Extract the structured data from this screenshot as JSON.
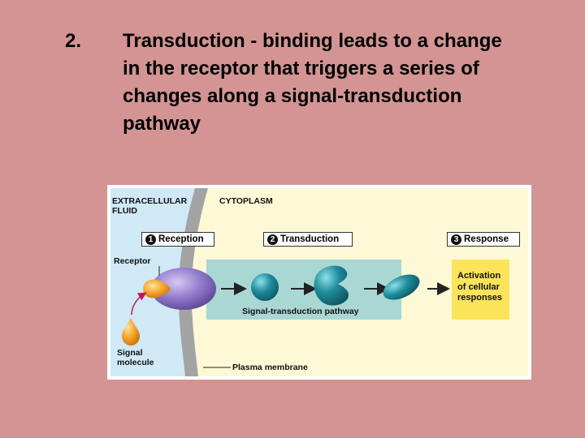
{
  "slide": {
    "number": "2.",
    "line1": "Transduction - binding leads to a change",
    "line2": "in the receptor that triggers a series of",
    "line3": "changes along a signal-transduction",
    "line4": "pathway"
  },
  "figure": {
    "extracellular_line1": "EXTRACELLULAR",
    "extracellular_line2": "FLUID",
    "cytoplasm": "CYTOPLASM",
    "steps": [
      {
        "num": "1",
        "label": "Reception"
      },
      {
        "num": "2",
        "label": "Transduction"
      },
      {
        "num": "3",
        "label": "Response"
      }
    ],
    "receptor": "Receptor",
    "pathway": "Signal-transduction pathway",
    "activation_line1": "Activation",
    "activation_line2": "of cellular",
    "activation_line3": "responses",
    "signal_line1": "Signal",
    "signal_line2": "molecule",
    "membrane": "Plasma membrane"
  },
  "colors": {
    "slide_bg": "#d49494",
    "extracellular": "#cfe9f7",
    "cytoplasm": "#fdf8d6",
    "membrane": "#a3a3a3",
    "pathway_bg": "#a9d7d4",
    "receptor": "#8f79c9",
    "relay": "#1f8c9c",
    "signal": "#f2a024",
    "response": "#fbe45a"
  }
}
